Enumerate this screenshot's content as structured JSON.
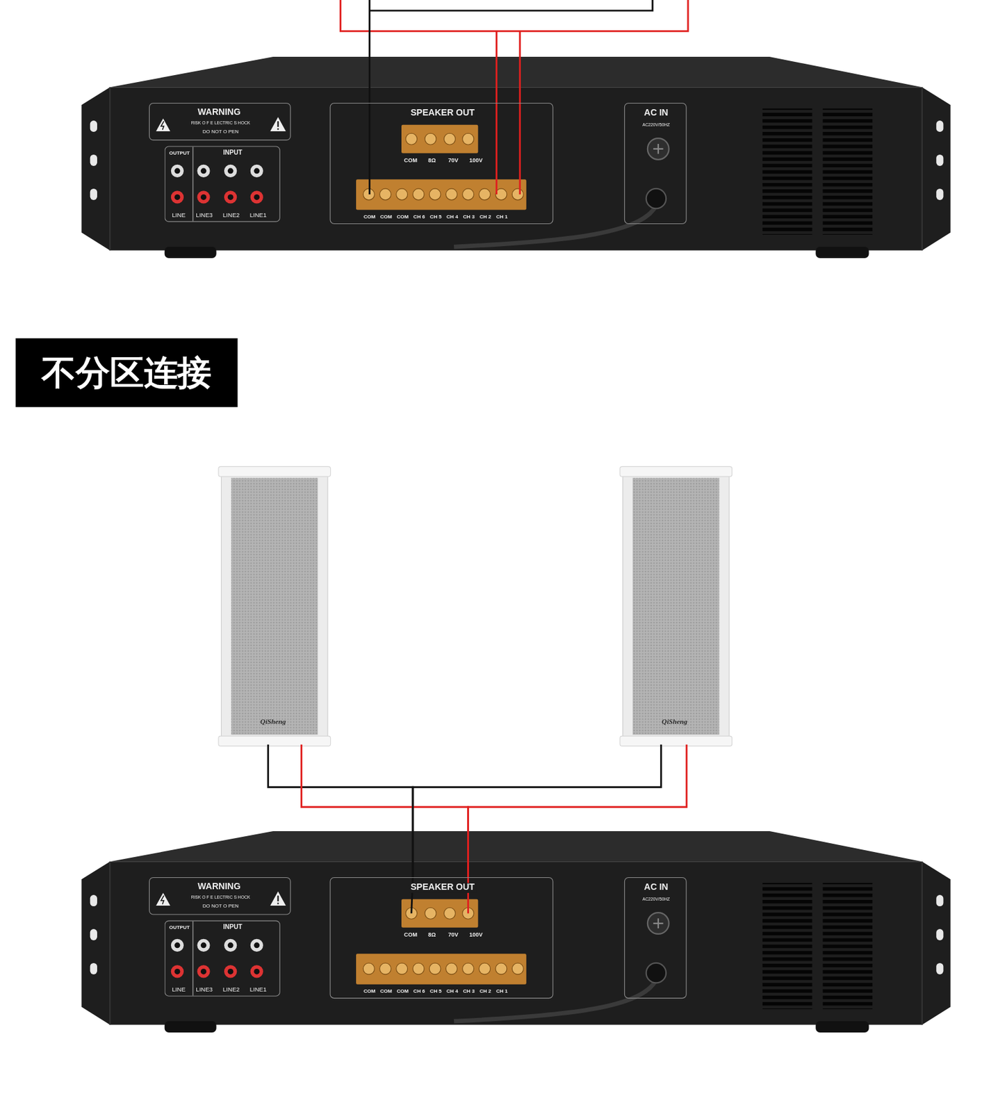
{
  "diagram": {
    "title": "不分区连接",
    "nodes": [
      {
        "text": [
          "WARNING",
          "RISK O F E LECTRIC S HOCK",
          "DO NOT O PEN"
        ]
      },
      {
        "text": [
          "OUTPUT",
          "INPUT",
          "LINE",
          "LINE3",
          "LINE2",
          "LINE1"
        ]
      },
      {
        "text": [
          "SPEAKER OUT",
          "COM",
          "8Ω",
          "70V",
          "100V",
          "COM",
          "COM",
          "COM",
          "CH 6",
          "CH 5",
          "CH 4",
          "CH 3",
          "CH 2",
          "CH 1"
        ]
      },
      {
        "text": [
          "AC IN",
          "AC220V/50HZ"
        ]
      },
      {
        "text": [
          "QiSheng"
        ]
      },
      {
        "text": [
          "QiSheng"
        ]
      },
      {
        "text": [
          "WARNING",
          "RISK O F E LECTRIC S HOCK",
          "DO NOT O PEN"
        ]
      },
      {
        "text": [
          "OUTPUT",
          "INPUT",
          "LINE",
          "LINE3",
          "LINE2",
          "LINE1"
        ]
      },
      {
        "text": [
          "SPEAKER OUT",
          "COM",
          "8Ω",
          "70V",
          "100V",
          "COM",
          "COM",
          "COM",
          "CH 6",
          "CH 5",
          "CH 4",
          "CH 3",
          "CH 2",
          "CH 1"
        ]
      },
      {
        "text": [
          "AC IN",
          "AC220V/50HZ"
        ]
      }
    ],
    "edges": [
      {
        "from": 4,
        "to": 8,
        "arrow": "none"
      },
      {
        "from": 4,
        "to": 8,
        "arrow": "none"
      },
      {
        "from": 5,
        "to": 8,
        "arrow": "none"
      },
      {
        "from": 5,
        "to": 8,
        "arrow": "none"
      }
    ]
  }
}
